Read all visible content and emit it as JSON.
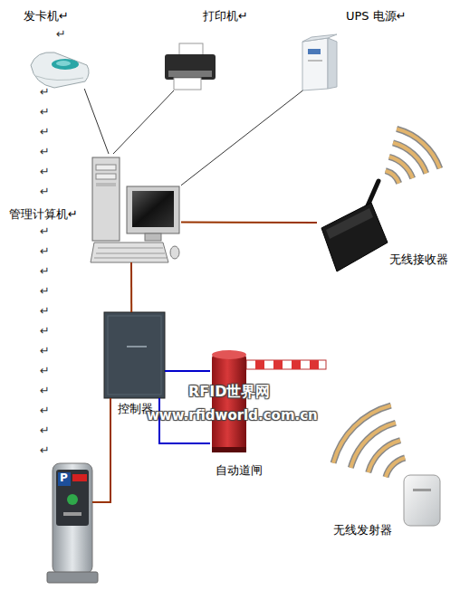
{
  "diagram": {
    "nodes": [
      {
        "text": [
          "发卡机↵"
        ]
      },
      {
        "text": [
          "打印机↵"
        ]
      },
      {
        "text": [
          "UPS 电源↵"
        ]
      },
      {
        "text": [
          "管理计算机↵"
        ]
      },
      {
        "text": [
          "无线接收器"
        ]
      },
      {
        "text": [
          "控制器"
        ]
      },
      {
        "text": [
          "自动道闸"
        ]
      },
      {
        "text": [
          "无线发射器"
        ]
      }
    ],
    "edges": [
      {
        "from": 0,
        "to": 3,
        "arrow": "none"
      },
      {
        "from": 1,
        "to": 3,
        "arrow": "none"
      },
      {
        "from": 2,
        "to": 3,
        "arrow": "none"
      },
      {
        "from": 3,
        "to": 4,
        "arrow": "none"
      },
      {
        "from": 3,
        "to": 5,
        "arrow": "none"
      },
      {
        "from": 5,
        "to": 6,
        "arrow": "none"
      },
      {
        "from": 5,
        "to": 6,
        "arrow": "none"
      }
    ],
    "labels": [
      "RFID世界网",
      "www.rfidworld.com.cn",
      "P",
      "↵",
      "↵",
      "↵",
      "↵",
      "↵",
      "↵",
      "↵",
      "↵",
      "↵",
      "↵",
      "↵",
      "↵",
      "↵",
      "↵",
      "↵",
      "↵",
      "↵",
      "↵",
      "↵"
    ]
  }
}
